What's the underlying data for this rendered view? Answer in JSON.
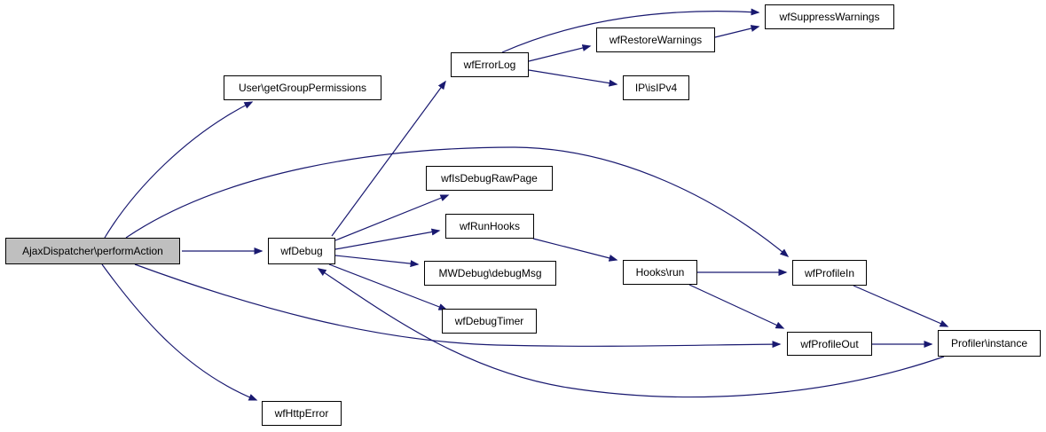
{
  "diagram": {
    "kind": "call-graph",
    "background_color": "#ffffff",
    "edge_color": "#191970",
    "node_fill_color": "#ffffff",
    "node_border_color": "#000000",
    "highlighted_node_fill_color": "#bfbfbf",
    "text_color": "#000000"
  },
  "nodes": [
    {
      "id": "performAction",
      "label": "AjaxDispatcher\\performAction",
      "highlighted": true
    },
    {
      "id": "getGroupPermissions",
      "label": "User\\getGroupPermissions",
      "highlighted": false
    },
    {
      "id": "wfErrorLog",
      "label": "wfErrorLog",
      "highlighted": false
    },
    {
      "id": "wfRestoreWarnings",
      "label": "wfRestoreWarnings",
      "highlighted": false
    },
    {
      "id": "wfSuppressWarnings",
      "label": "wfSuppressWarnings",
      "highlighted": false
    },
    {
      "id": "isIPv4",
      "label": "IP\\isIPv4",
      "highlighted": false
    },
    {
      "id": "wfDebug",
      "label": "wfDebug",
      "highlighted": false
    },
    {
      "id": "wfIsDebugRawPage",
      "label": "wfIsDebugRawPage",
      "highlighted": false
    },
    {
      "id": "wfRunHooks",
      "label": "wfRunHooks",
      "highlighted": false
    },
    {
      "id": "debugMsg",
      "label": "MWDebug\\debugMsg",
      "highlighted": false
    },
    {
      "id": "wfDebugTimer",
      "label": "wfDebugTimer",
      "highlighted": false
    },
    {
      "id": "hooksRun",
      "label": "Hooks\\run",
      "highlighted": false
    },
    {
      "id": "wfProfileIn",
      "label": "wfProfileIn",
      "highlighted": false
    },
    {
      "id": "wfProfileOut",
      "label": "wfProfileOut",
      "highlighted": false
    },
    {
      "id": "profilerInstance",
      "label": "Profiler\\instance",
      "highlighted": false
    },
    {
      "id": "wfHttpError",
      "label": "wfHttpError",
      "highlighted": false
    }
  ],
  "edges": [
    {
      "from": "performAction",
      "to": "getGroupPermissions"
    },
    {
      "from": "performAction",
      "to": "wfDebug"
    },
    {
      "from": "performAction",
      "to": "wfProfileIn"
    },
    {
      "from": "performAction",
      "to": "wfProfileOut"
    },
    {
      "from": "performAction",
      "to": "wfHttpError"
    },
    {
      "from": "wfDebug",
      "to": "wfErrorLog"
    },
    {
      "from": "wfDebug",
      "to": "wfIsDebugRawPage"
    },
    {
      "from": "wfDebug",
      "to": "wfRunHooks"
    },
    {
      "from": "wfDebug",
      "to": "debugMsg"
    },
    {
      "from": "wfDebug",
      "to": "wfDebugTimer"
    },
    {
      "from": "wfErrorLog",
      "to": "wfSuppressWarnings"
    },
    {
      "from": "wfErrorLog",
      "to": "wfRestoreWarnings"
    },
    {
      "from": "wfErrorLog",
      "to": "isIPv4"
    },
    {
      "from": "wfRestoreWarnings",
      "to": "wfSuppressWarnings"
    },
    {
      "from": "wfRunHooks",
      "to": "hooksRun"
    },
    {
      "from": "hooksRun",
      "to": "wfProfileIn"
    },
    {
      "from": "hooksRun",
      "to": "wfProfileOut"
    },
    {
      "from": "wfProfileIn",
      "to": "profilerInstance"
    },
    {
      "from": "wfProfileOut",
      "to": "profilerInstance"
    },
    {
      "from": "profilerInstance",
      "to": "wfDebug"
    }
  ]
}
